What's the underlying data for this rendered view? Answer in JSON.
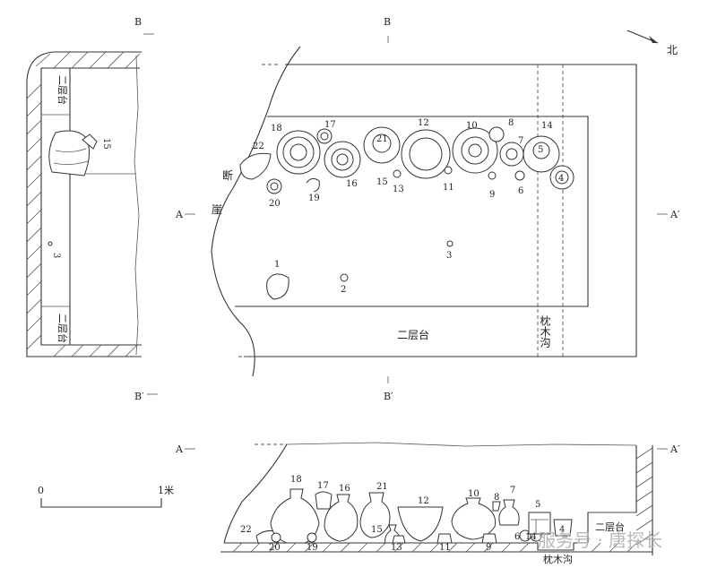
{
  "section_marks": {
    "b_left": "B",
    "b_center": "B",
    "b_prime_left": "B′",
    "b_prime_center": "B′",
    "a_plan": "A",
    "a_prime_plan": "A′",
    "a_section": "A",
    "a_prime_section": "A′"
  },
  "north": "北",
  "plan_labels": {
    "cliff_1": "断",
    "cliff_2": "崖",
    "ledge": "二层台",
    "trench": "枕木沟"
  },
  "side_section_labels": {
    "ledge_top": "二层台",
    "ledge_bottom": "二层台",
    "item_15": "15",
    "item_3": "3"
  },
  "plan_items": [
    "18",
    "17",
    "12",
    "10",
    "8",
    "14",
    "22",
    "21",
    "7",
    "5",
    "4",
    "16",
    "15",
    "13",
    "11",
    "9",
    "6",
    "20",
    "19",
    "3",
    "1",
    "2"
  ],
  "section_items": [
    "18",
    "17",
    "16",
    "21",
    "12",
    "10",
    "8",
    "7",
    "5",
    "22",
    "20",
    "19",
    "15",
    "13",
    "11",
    "9",
    "6",
    "14",
    "4"
  ],
  "section_labels": {
    "ledge": "二层台",
    "trench": "枕木沟"
  },
  "scale": {
    "start": "0",
    "end": "1米"
  },
  "watermark": "服务号 · 唐探长"
}
